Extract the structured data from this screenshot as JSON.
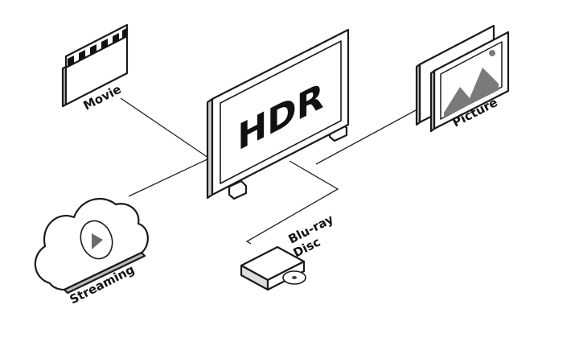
{
  "center": {
    "label": "HDR"
  },
  "sources": {
    "movie": "Movie",
    "picture": "Picture",
    "streaming": "Streaming",
    "bluray_line1": "Blu-ray",
    "bluray_line2": "Disc"
  },
  "icons": {
    "tv": "tv-icon",
    "movie": "clapperboard-icon",
    "picture": "picture-frame-icon",
    "streaming": "cloud-play-icon",
    "bluray": "disc-player-icon"
  }
}
